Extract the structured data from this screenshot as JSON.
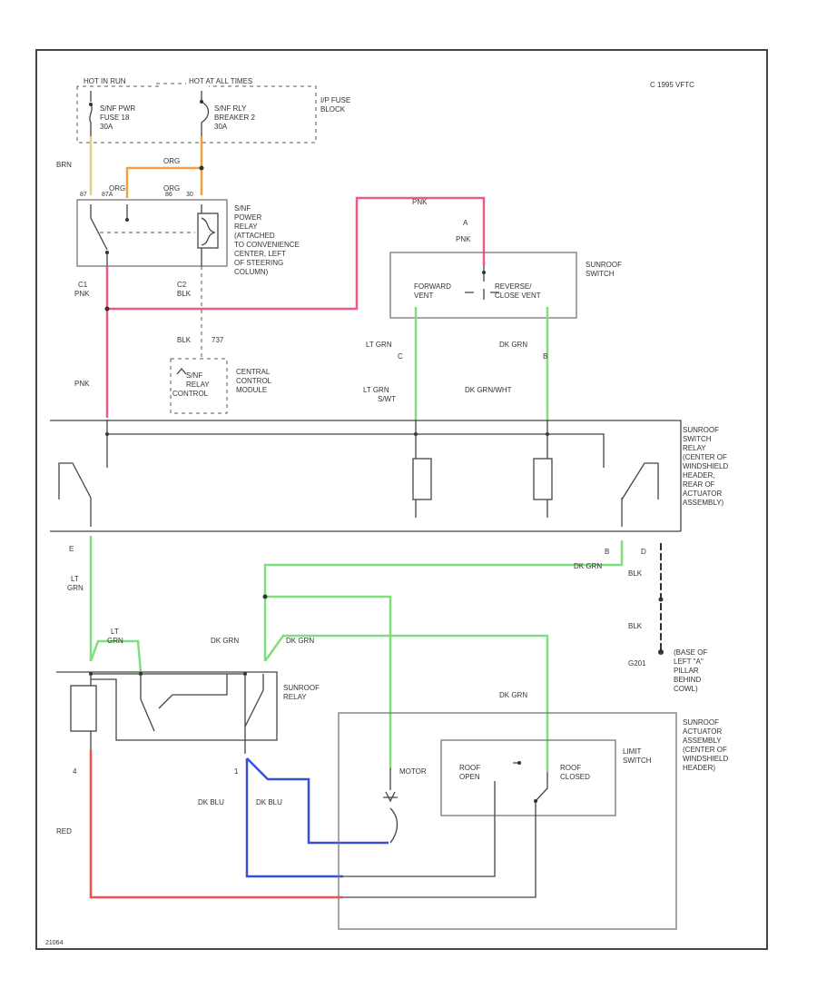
{
  "copyright": "C 1995 VFTC",
  "footer_code": "21064",
  "colors": {
    "pink": "#f05a7e",
    "green": "#7ee07a",
    "orange": "#f5a040",
    "tan": "#e2d08a",
    "blue": "#3850d8",
    "red": "#f05050",
    "line": "#333333"
  },
  "fuse_block": {
    "hot_run": "HOT IN RUN",
    "hot_all": "HOT AT ALL TIMES",
    "fuse": [
      "S/NF PWR",
      "FUSE 18",
      "30A"
    ],
    "breaker": [
      "S/NF RLY",
      "BREAKER 2",
      "30A"
    ],
    "block": [
      "I/P FUSE",
      "BLOCK"
    ]
  },
  "power_relay": {
    "label": [
      "S/NF",
      "POWER",
      "RELAY",
      "(ATTACHED",
      "TO CONVENIENCE",
      "CENTER, LEFT",
      "OF STEERING",
      "COLUMN)"
    ],
    "pins": [
      "87",
      "87A",
      "86",
      "30"
    ],
    "c1": "C1",
    "c2": "C2"
  },
  "wires": {
    "brn": "BRN",
    "org_1": "ORG",
    "org_2": "ORG",
    "org_3": "ORG",
    "pnk_1": "PNK",
    "pnk_2": "PNK",
    "pnk_3": "PNK",
    "blk_1": "BLK",
    "blk_2": "BLK",
    "blk_3": "BLK",
    "blk_4": "BLK",
    "num_737": "737",
    "lt_grn_1": "LT GRN",
    "lt_grn_2": "LT GRN",
    "dk_grn_1": "DK GRN",
    "dk_grn_wht": "DK GRN/WHT",
    "lt_grn_lower": [
      "LT",
      "GRN"
    ],
    "lt_grn_loop": [
      "LT",
      "GRN"
    ],
    "dk_grn_2": "DK GRN",
    "dk_grn_3": "DK GRN",
    "dk_grn_4": "DK GRN",
    "dk_grn_5": "DK GRN",
    "red": "RED",
    "dk_blu_1": "DK BLU",
    "dk_blu_2": "DK BLU",
    "pin_a": "A",
    "pin_c": "C",
    "pin_b": "B",
    "pin_e": "E",
    "pin_b2": "B",
    "pin_d": "D",
    "pin_4": "4",
    "pin_1": "1",
    "s_wht": "S/WT"
  },
  "control_module": [
    "S/NF",
    "RELAY",
    "CONTROL"
  ],
  "central_module": [
    "CENTRAL",
    "CONTROL",
    "MODULE"
  ],
  "sunroof_switch": {
    "label": [
      "SUNROOF",
      "SWITCH"
    ],
    "forward": [
      "FORWARD",
      "VENT"
    ],
    "reverse": [
      "REVERSE/",
      "CLOSE VENT"
    ]
  },
  "switch_relay_label": [
    "SUNROOF",
    "SWITCH",
    "RELAY",
    "(CENTER OF",
    "WINDSHIELD",
    "HEADER,",
    "REAR OF",
    "ACTUATOR",
    "ASSEMBLY)"
  ],
  "ground_label": [
    "(BASE OF",
    "LEFT \"A\"",
    "PILLAR",
    "BEHIND",
    "COWL)"
  ],
  "g201": "G201",
  "sunroof_relay_label": [
    "SUNROOF",
    "RELAY"
  ],
  "actuator_label": [
    "SUNROOF",
    "ACTUATOR",
    "ASSEMBLY",
    "(CENTER OF",
    "WINDSHIELD",
    "HEADER)"
  ],
  "motor": "MOTOR",
  "limit_switch": {
    "label": [
      "LIMIT",
      "SWITCH"
    ],
    "open": [
      "ROOF",
      "OPEN"
    ],
    "closed": [
      "ROOF",
      "CLOSED"
    ]
  }
}
